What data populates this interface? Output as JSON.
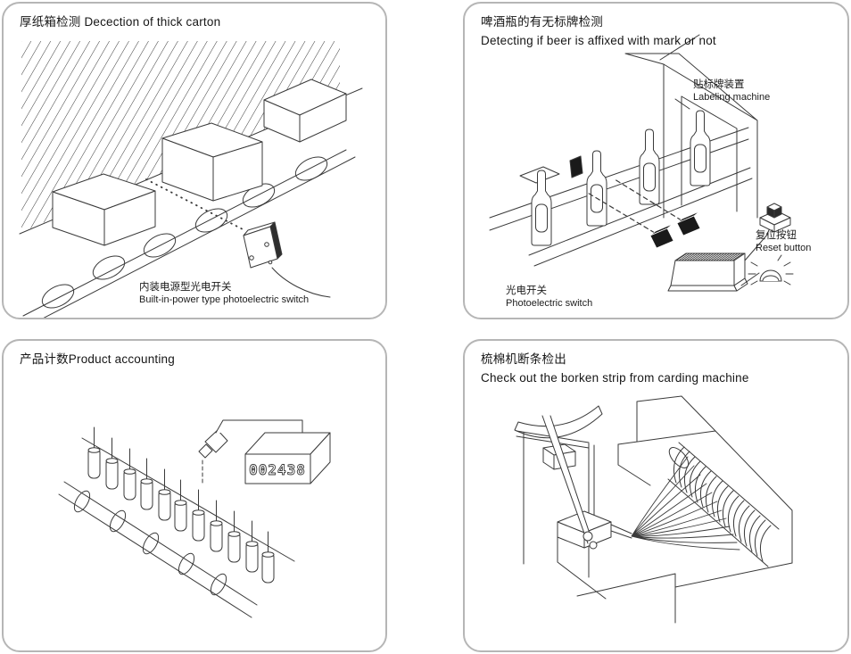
{
  "colors": {
    "background": "#ffffff",
    "panel_border": "#b6b6b6",
    "line": "#3a3a3a",
    "dark_fill": "#1a1a1a"
  },
  "panels": {
    "carton": {
      "title": "厚纸箱检测 Decection of thick carton",
      "sensor_label_cn": "内装电源型光电开关",
      "sensor_label_en": "Built-in-power type photoelectric switch"
    },
    "beer": {
      "title_cn": "啤酒瓶的有无标牌检测",
      "title_en": "Detecting if beer is affixed with mark or not",
      "labeling_machine_cn": "贴标牌装置",
      "labeling_machine_en": "Labeling machine",
      "reset_button_cn": "复位按钮",
      "reset_button_en": "Reset button",
      "switch_cn": "光电开关",
      "switch_en": "Photoelectric switch"
    },
    "counting": {
      "title": "产品计数Product accounting",
      "counter_display": "002438"
    },
    "carding": {
      "title_cn": "梳棉机断条检出",
      "title_en": "Check out the borken strip from carding machine"
    }
  }
}
